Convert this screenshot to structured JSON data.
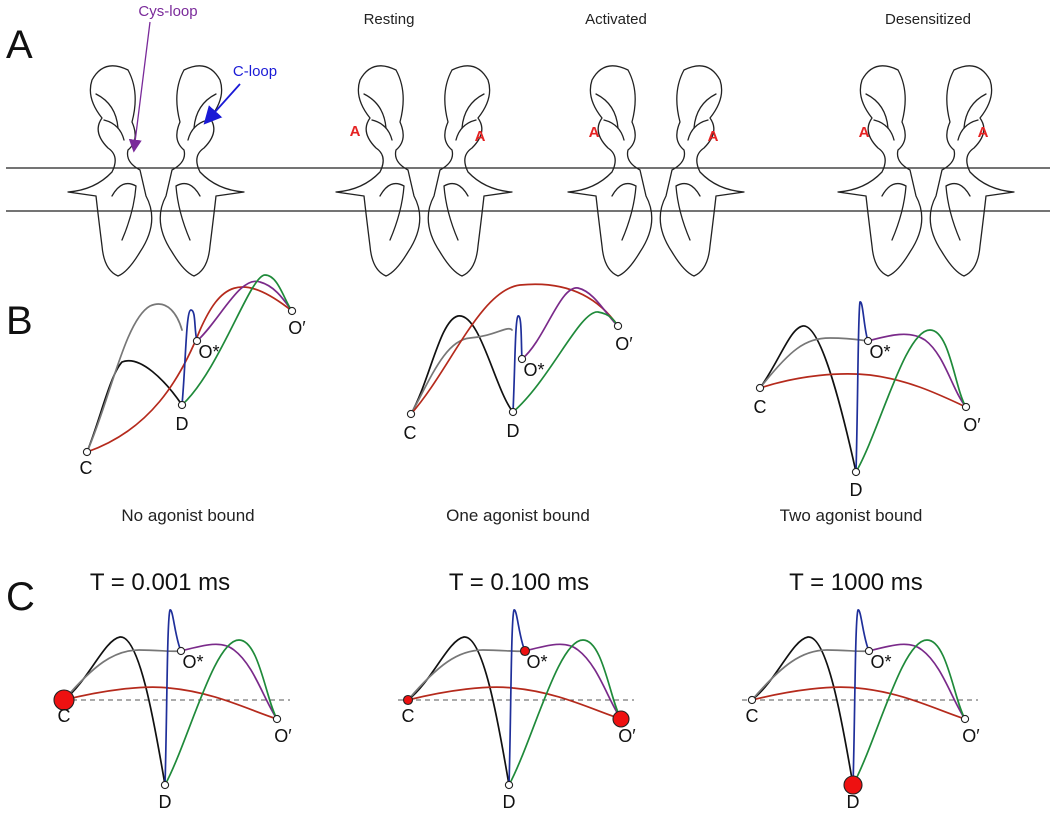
{
  "panels": {
    "a": {
      "letter": "A",
      "annotations": {
        "cys_loop": "Cys-loop",
        "c_loop": "C-loop"
      },
      "states": [
        "Resting",
        "Activated",
        "Desensitized"
      ],
      "agonist_marker": "A"
    },
    "b": {
      "letter": "B",
      "captions": [
        "No agonist bound",
        "One agonist bound",
        "Two agonist bound"
      ]
    },
    "c": {
      "letter": "C",
      "times": [
        "T = 0.001 ms",
        "T = 0.100 ms",
        "T = 1000 ms"
      ]
    }
  },
  "state_labels": {
    "closed": "C",
    "desensitized": "D",
    "open_star": "O*",
    "open_prime": "O′"
  },
  "colors": {
    "path_c_to_ostar_black": "#111111",
    "path_c_to_ostar_grey": "#777777",
    "path_c_to_oprime_red": "#b52a1c",
    "path_d_to_ostar_blue": "#1f2f9a",
    "path_d_to_oprime_green": "#1f8a3a",
    "path_ostar_to_oprime_purple": "#7a2a8a",
    "population_marker": "#ee1111",
    "cys_loop_arrow": "#7a2a9a",
    "c_loop_arrow": "#1a1ad6"
  }
}
